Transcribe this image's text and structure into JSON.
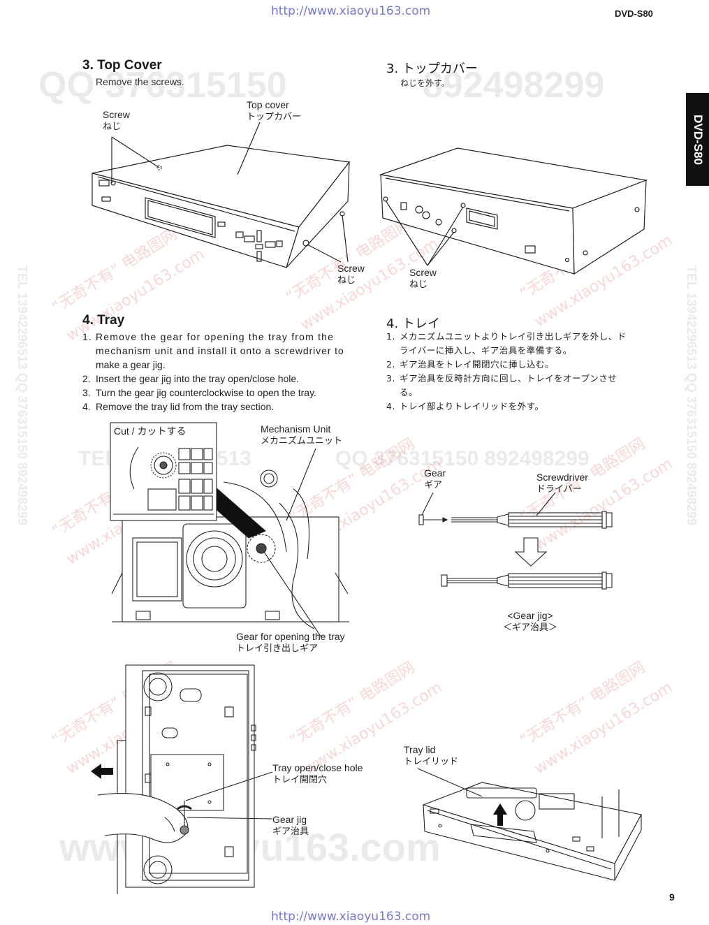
{
  "header": {
    "url_top": "http://www.xiaoyu163.com",
    "model": "DVD-S80",
    "side_tab": "DVD-S80"
  },
  "footer": {
    "url_bottom": "http://www.xiaoyu163.com",
    "page_number": "9"
  },
  "watermarks": {
    "qq1": "QQ 376315150",
    "qq2": "892498299",
    "tel_mid": "TEL 13942296513",
    "qq_mid": "QQ 376315150  892498299",
    "site_big": "www.xiaoyu163.com",
    "red_text": "“无奇不有” 电路图网",
    "red_site": "www.xiaoyu163.com",
    "vertical": "TEL 13942296513  QQ 376315150  892498299"
  },
  "section3": {
    "title_en": "3. Top Cover",
    "instruction_en": "Remove the screws.",
    "title_jp": "3.  トップカバー",
    "instruction_jp": "ねじを外す。",
    "labels": {
      "screw_en": "Screw",
      "screw_jp": "ねじ",
      "top_cover_en": "Top cover",
      "top_cover_jp": "トップカバー"
    }
  },
  "section4": {
    "title_en": "4. Tray",
    "title_jp": "4.  トレイ",
    "steps_en": [
      {
        "num": "1.",
        "lines": [
          "Remove the gear for opening the tray from the",
          "mechanism unit and install it onto a screwdriver to",
          "make a gear jig."
        ]
      },
      {
        "num": "2.",
        "lines": [
          "Insert the gear jig into the tray open/close hole."
        ]
      },
      {
        "num": "3.",
        "lines": [
          "Turn the gear jig counterclockwise to open the tray."
        ]
      },
      {
        "num": "4.",
        "lines": [
          "Remove the tray lid from the tray section."
        ]
      }
    ],
    "steps_jp": [
      {
        "num": "1.",
        "lines": [
          "メカニズムユニットよりトレイ引き出しギアを外し、ド",
          "ライバーに挿入し、ギア治具を準備する。"
        ]
      },
      {
        "num": "2.",
        "lines": [
          "ギア治具をトレイ開閉穴に挿し込む。"
        ]
      },
      {
        "num": "3.",
        "lines": [
          "ギア治具を反時計方向に回し、トレイをオープンさせ",
          "る。"
        ]
      },
      {
        "num": "4.",
        "lines": [
          "トレイ部よりトレイリッドを外す。"
        ]
      }
    ],
    "labels": {
      "cut": "Cut / カットする",
      "mech_en": "Mechanism Unit",
      "mech_jp": "メカニズムユニット",
      "gear_open_en": "Gear for opening the tray",
      "gear_open_jp": "トレイ引き出しギア",
      "gear_en": "Gear",
      "gear_jp": "ギア",
      "screwdriver_en": "Screwdriver",
      "screwdriver_jp": "ドライバー",
      "gear_jig_caption_en": "<Gear jig>",
      "gear_jig_caption_jp": "＜ギア治具＞",
      "tray_hole_en": "Tray open/close hole",
      "tray_hole_jp": "トレイ開閉穴",
      "gear_jig_en": "Gear jig",
      "gear_jig_jp": "ギア治具",
      "tray_lid_en": "Tray lid",
      "tray_lid_jp": "トレイリッド"
    }
  }
}
